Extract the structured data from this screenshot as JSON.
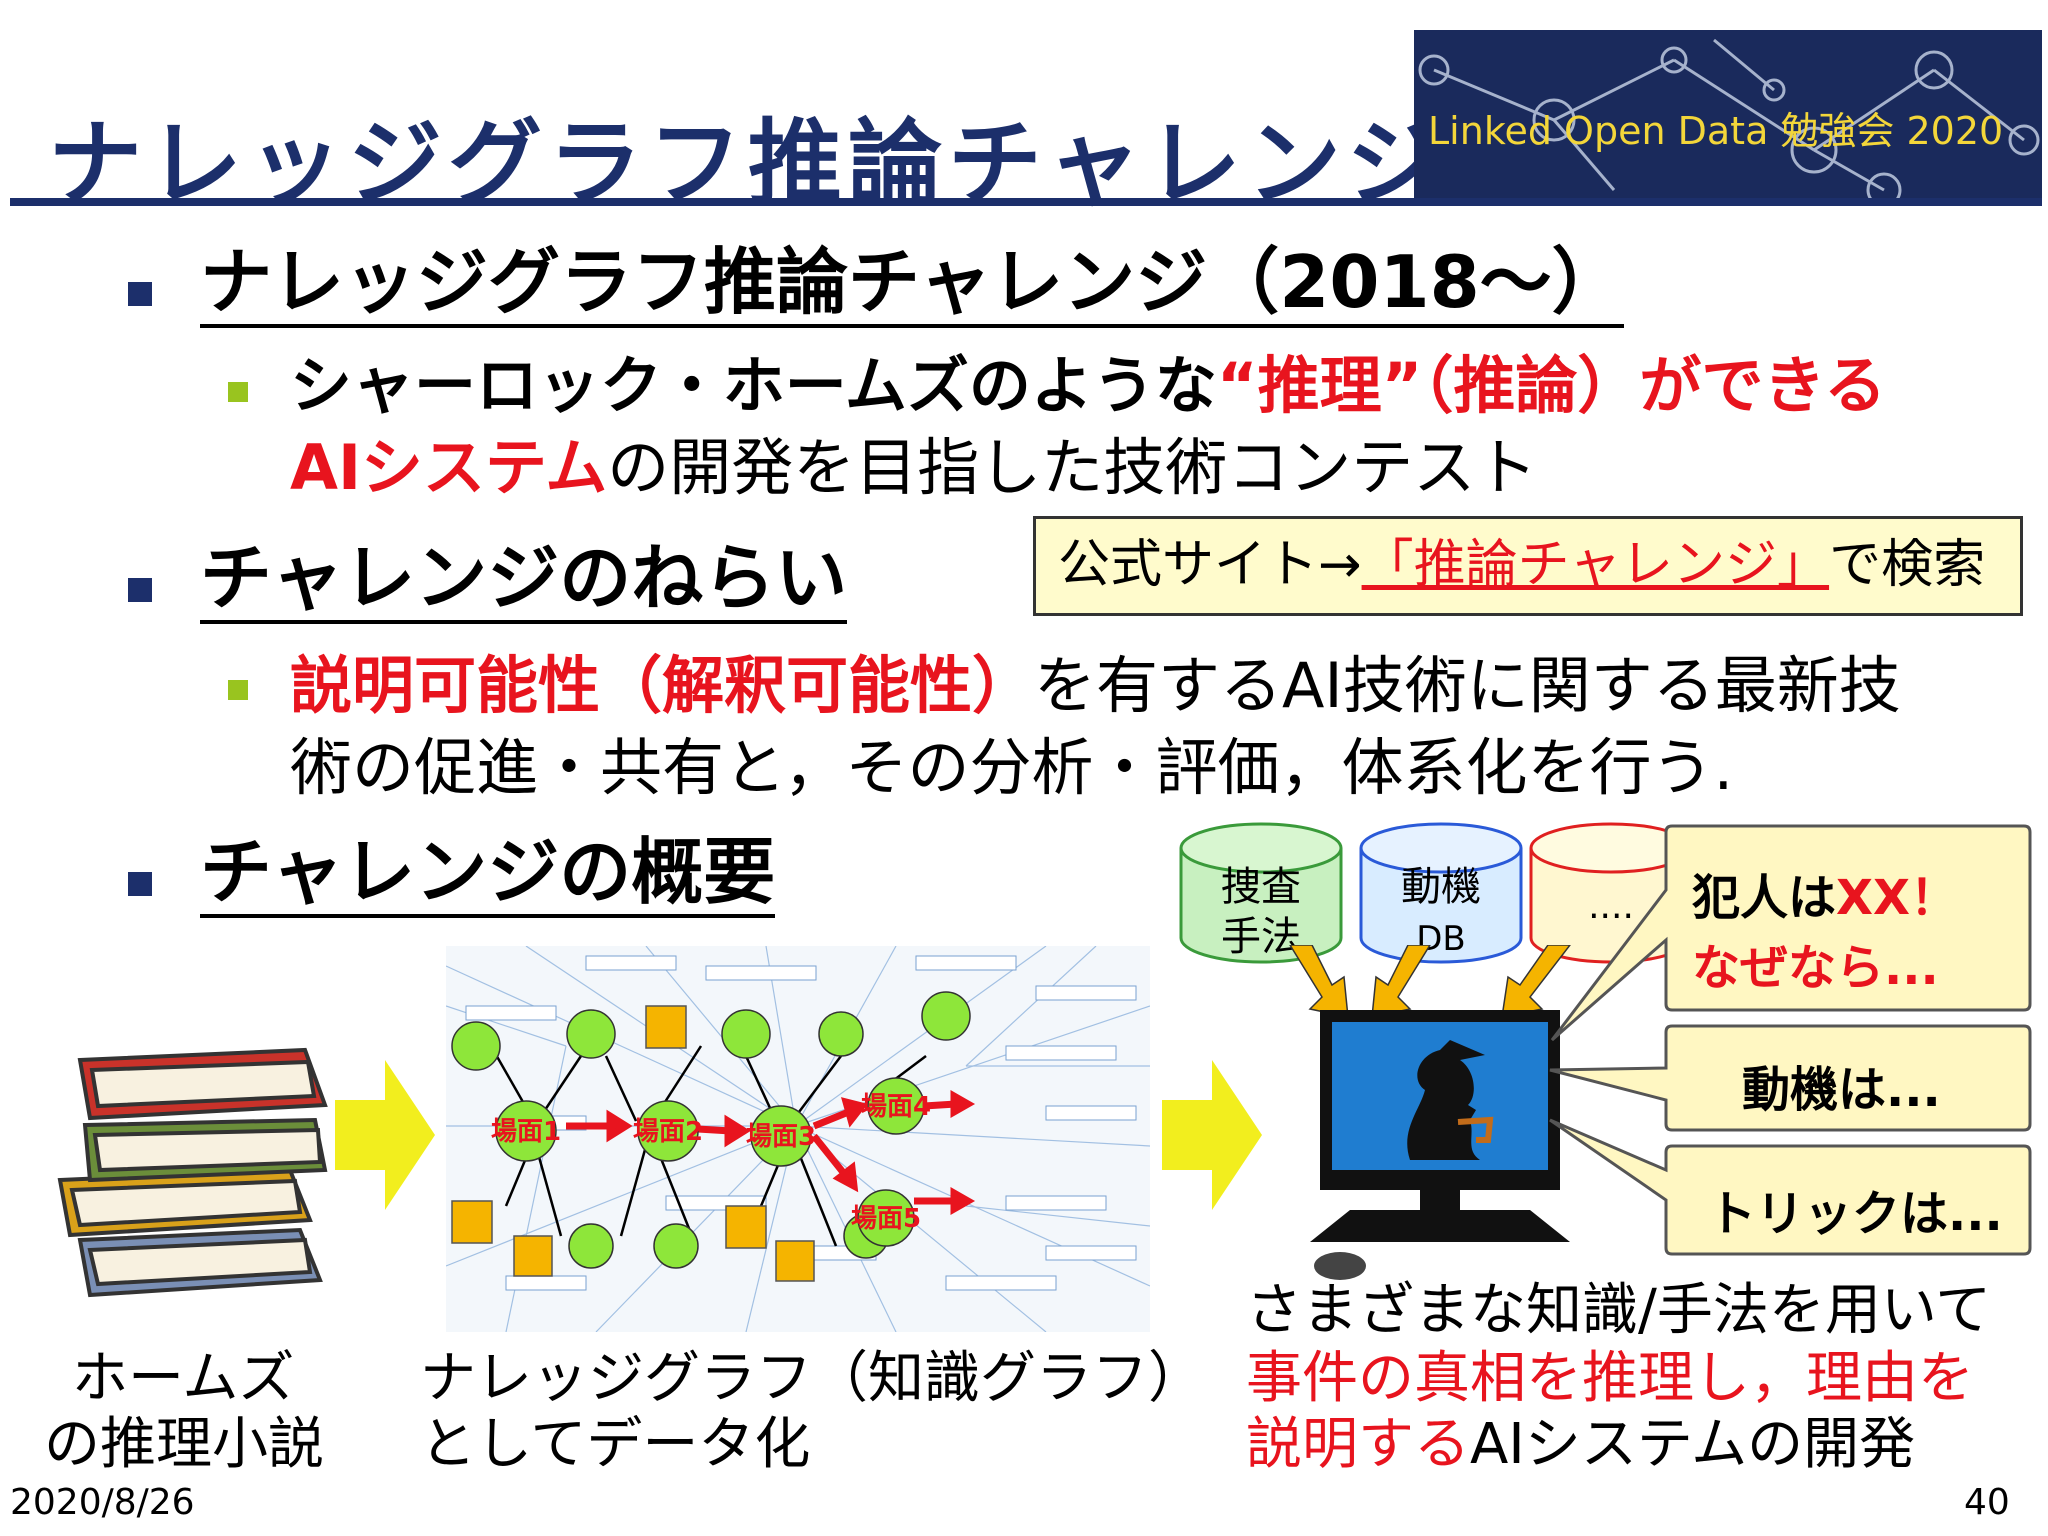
{
  "slide": {
    "title": "ナレッジグラフ推論チャレンジ",
    "banner": "Linked Open Data 勉強会 2020",
    "date": "2020/8/26",
    "page_number": "40"
  },
  "bullets": {
    "b1": "ナレッジグラフ推論チャレンジ（2018～）",
    "b1_sub_part1": "シャーロック・ホームズのような",
    "b1_sub_red1": "“推理”（推論）ができる",
    "b1_sub_red2": "AIシステム",
    "b1_sub_part2": "の開発を目指した技術コンテスト",
    "b2": "チャレンジのねらい",
    "b2_sub_red": " 説明可能性（解釈可能性）",
    "b2_sub_part1": "を有するAI技術に関する最新技",
    "b2_sub_part2": "術の促進・共有と，その分析・評価，体系化を行う.",
    "b3": "チャレンジの概要"
  },
  "official_site": {
    "prefix": "公式サイト→",
    "link": "「推論チャレンジ」",
    "suffix": "で検索"
  },
  "diagram": {
    "scenes": [
      "場面1",
      "場面2",
      "場面3",
      "場面4",
      "場面5"
    ],
    "cylinders": [
      {
        "line1": "捜査",
        "line2": "手法",
        "fill": "#c8f0c0",
        "stroke": "#3a9a3a"
      },
      {
        "line1": "動機",
        "line2": "DB",
        "fill": "#d8ecff",
        "stroke": "#2a5ad8"
      },
      {
        "line1": "....",
        "line2": "",
        "fill": "#fff7d0",
        "stroke": "#e02020"
      }
    ],
    "bubble1_a": "犯人は",
    "bubble1_b": "XX！",
    "bubble1_c": "なぜなら...",
    "bubble2": "動機は...",
    "bubble3": "トリックは...",
    "caption_books_1": "ホームズ",
    "caption_books_2": "の推理小説",
    "caption_graph_1": "ナレッジグラフ（知識グラフ）",
    "caption_graph_2": "としてデータ化",
    "caption_ai_1": "さまざまな知識/手法を用いて",
    "caption_ai_2": "事件の真相を推理し，理由を",
    "caption_ai_3_red": "説明する",
    "caption_ai_3": "AIシステムの開発"
  },
  "colors": {
    "title_navy": "#1c2f6b",
    "bullet_green": "#99c41f",
    "emphasis_red": "#e8141e",
    "callout_yellow": "#fffbcc",
    "bubble_yellow": "#fff7c2",
    "node_green": "#8ee63a",
    "node_orange": "#f5b400"
  }
}
